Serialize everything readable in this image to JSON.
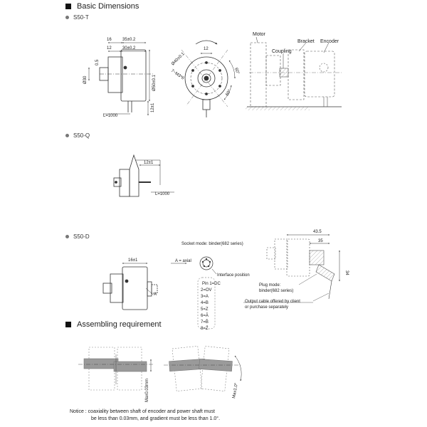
{
  "sections": {
    "basic": "Basic Dimensions",
    "assembling": "Assembling requirement"
  },
  "models": {
    "t": "S50-T",
    "q": "S50-Q",
    "d": "S50-D"
  },
  "s50t": {
    "dim_16": "16",
    "dim_35": "35±0.2",
    "dim_12a": "12",
    "dim_30": "30±0.2",
    "dim_05": "0.5",
    "dim_shaft": "Ø30",
    "dim_50": "Ø50±0.1",
    "dim_12top": "12",
    "dim_40": "Ø40±0.1",
    "dim_m3": "7~M3*6",
    "dim_60a": "60°",
    "dim_60b": "60°",
    "dim_12b": "12±1",
    "cable_len": "L=1000"
  },
  "mounting": {
    "motor": "Motor",
    "coupling": "Coupling",
    "bracket": "Bracket",
    "encoder": "Encoder"
  },
  "s50q": {
    "dim_12": "12±1",
    "cable_len": "L=1000"
  },
  "s50d": {
    "dim_16": "16±1",
    "arrow_a": "A",
    "socket_mode": "Socket mode: binder(682 series)",
    "axial_label": "A = axial",
    "interface": "Interface position",
    "pins": [
      "Pin 1=DC",
      "2=OV",
      "3=A",
      "4=B",
      "5=Z",
      "6=Ā",
      "7=B̄",
      "8=Z̄"
    ],
    "dim_435": "43.5",
    "dim_35": "35",
    "dim_34": "34",
    "plug_mode_1": "Plug mode:",
    "plug_mode_2": "binder(682 series)",
    "output_cable_1": "Output cable offered by client",
    "output_cable_2": "or purchase separately"
  },
  "assembling": {
    "max_offset": "Max0.03mm",
    "max_angle": "Max1.0°"
  },
  "notice": {
    "line1": "Notice : coaxiality between shaft of encoder and power shaft must",
    "line2": "be less than 0.03mm, and gradient must be less than 1.0°."
  }
}
